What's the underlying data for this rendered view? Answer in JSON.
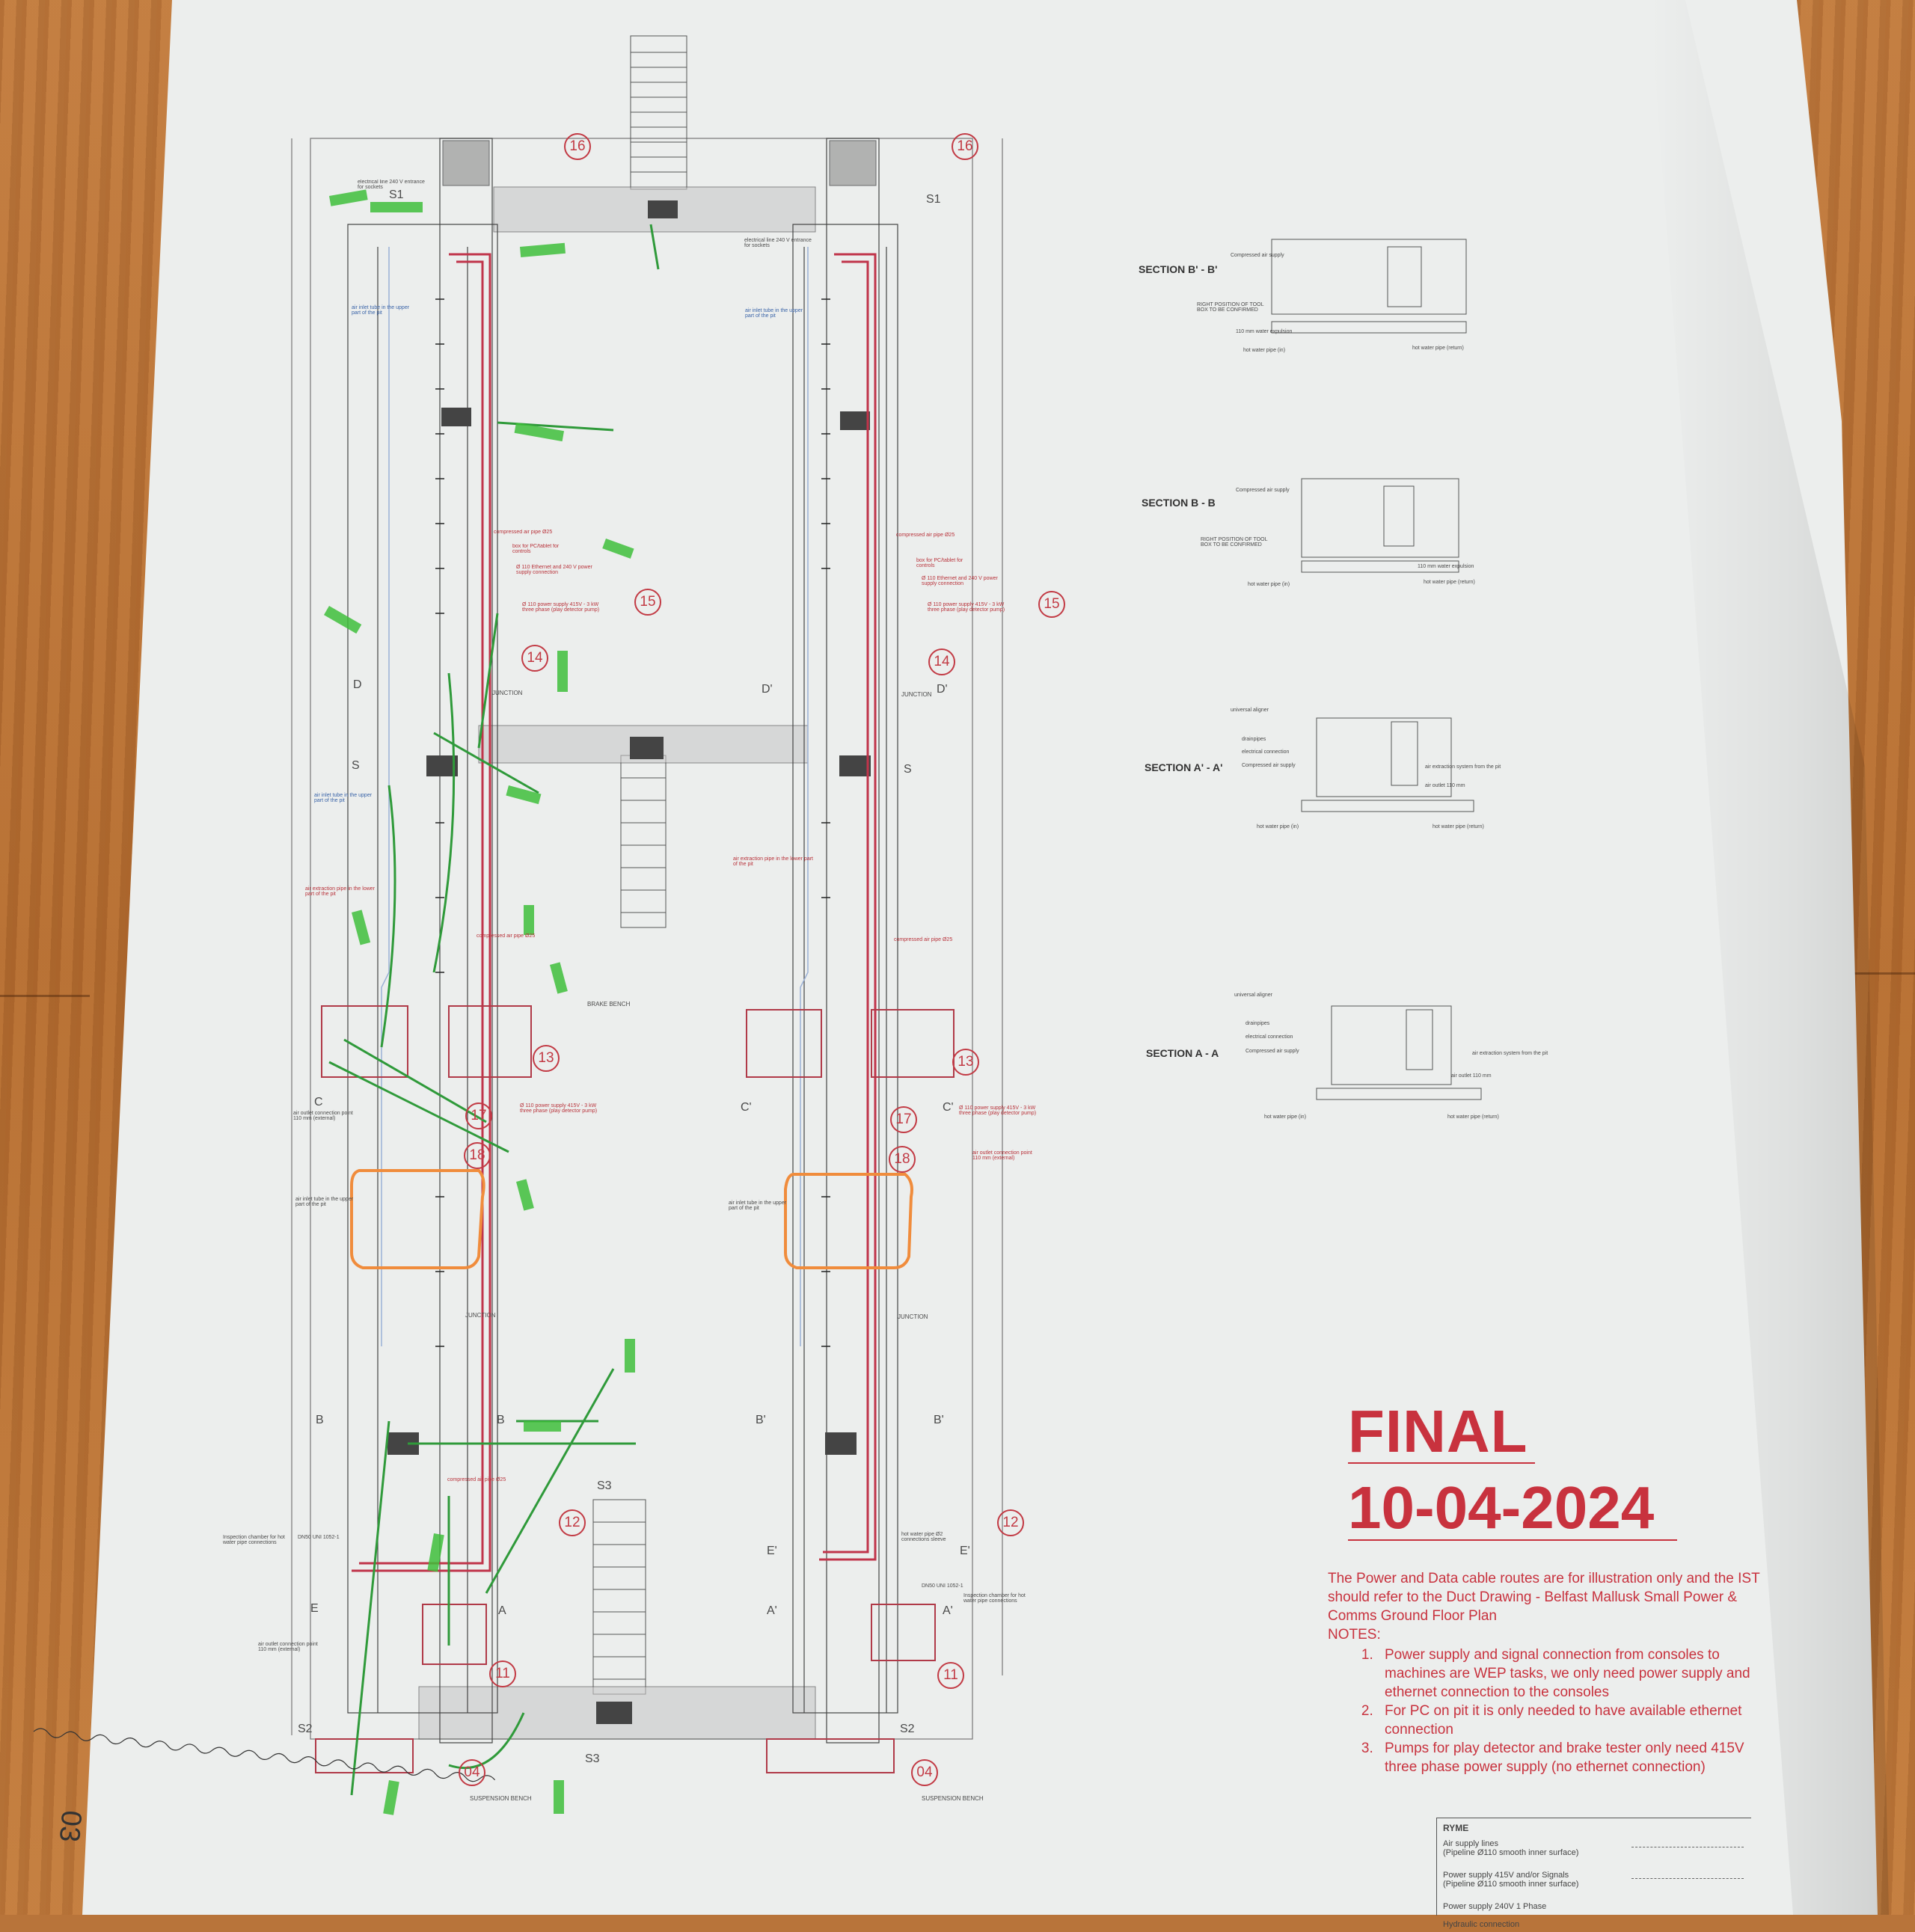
{
  "title": {
    "final": "FINAL",
    "date": "10-04-2024"
  },
  "notes": {
    "intro": "The Power and Data cable routes are for illustration only and the IST should refer to the Duct Drawing - Belfast Mallusk Small Power & Comms Ground Floor Plan",
    "heading": "NOTES:",
    "items": [
      "Power supply and signal connection from consoles to machines are WEP tasks, we only need power supply and ethernet connection to the consoles",
      "For PC on pit it is only needed to have available ethernet connection",
      "Pumps for play detector and brake tester only need 415V three phase power supply (no ethernet connection)"
    ]
  },
  "legend": {
    "header": "RYME",
    "rows": [
      "Air supply lines\n(Pipeline Ø110 smooth inner surface)",
      "Power supply 415V and/or Signals\n(Pipeline Ø110 smooth inner surface)",
      "Power supply 240V 1 Phase",
      "Hydraulic connection"
    ]
  },
  "sections": [
    "SECTION B' - B'",
    "SECTION B - B",
    "SECTION A' - A'",
    "SECTION A - A"
  ],
  "section_labels": {
    "compressed_air_supply": "Compressed air supply",
    "right_position_tool_box": "RIGHT POSITION OF TOOL\nBOX TO BE CONFIRMED",
    "water_expulsion": "110 mm water expulsion",
    "hot_water_in": "hot water pipe (in)",
    "hot_water_return": "hot water pipe (return)",
    "universal_aligner": "universal aligner",
    "drainpipes": "drainpipes",
    "electrical_connection": "electrical connection",
    "air_extraction_system": "air extraction system from the pit",
    "air_outlet": "air outlet 110 mm"
  },
  "circled_numbers": [
    "16",
    "16",
    "15",
    "15",
    "14",
    "14",
    "13",
    "13",
    "17",
    "17",
    "18",
    "18",
    "12",
    "12",
    "11",
    "11",
    "04",
    "04"
  ],
  "grid_letters": [
    "S1",
    "S1",
    "S",
    "S",
    "D",
    "D'",
    "D'",
    "C",
    "C'",
    "C'",
    "B",
    "B",
    "B'",
    "B'",
    "E",
    "E'",
    "E'",
    "A",
    "A'",
    "A'",
    "S2",
    "S2",
    "S3",
    "S3"
  ],
  "plan_labels": {
    "brake_bench": "BRAKE BENCH",
    "suspension_bench": "SUSPENSION BENCH",
    "junction": "JUNCTION",
    "compressed_air_pipe": "compressed air pipe Ø25",
    "air_extraction_lower": "air extraction pipe in the lower part of the pit",
    "air_inlet_upper": "air inlet tube in the upper part of the pit",
    "air_outlet_connection": "air outlet connection point 110 mm (external)",
    "power_supply_note": "Ø 110 power supply 415V - 3 kW three phase (play detector pump)",
    "ethernet_note": "Ø 110 Ethernet and 240 V power supply connection",
    "inspection_chamber": "Inspection chamber for hot water pipe connections",
    "dn50": "DN50 UNI 1052-1",
    "pc_tablet": "box for PC/tablet for controls",
    "electrical_line": "electrical line 240 V entrance for sockets",
    "hot_water_sleeve": "hot water pipe Ø2 connections sleeve"
  },
  "margin_note": "03"
}
